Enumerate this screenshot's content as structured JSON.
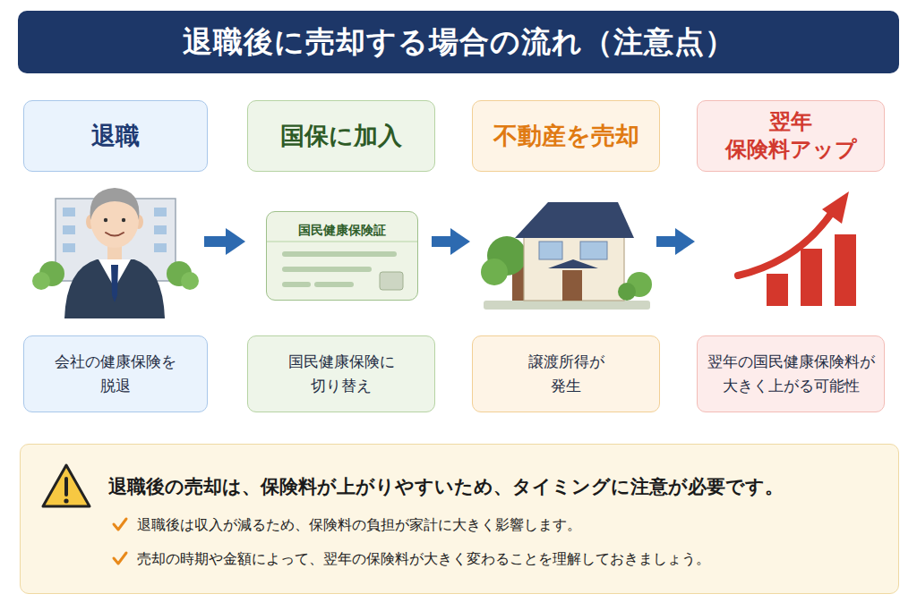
{
  "diagram": {
    "title": "退職後に売却する場合の流れ（注意点）",
    "nodes": [
      {
        "text": [
          "退職"
        ]
      },
      {
        "text": [
          "国保に加入"
        ]
      },
      {
        "text": [
          "不動産を売却"
        ]
      },
      {
        "text": [
          "翌年 保険料アップ"
        ]
      },
      {
        "text": [
          "国民健康保険証"
        ]
      },
      {
        "text": [
          "会社の健康保険を 脱退"
        ]
      },
      {
        "text": [
          "国民健康保険に 切り替え"
        ]
      },
      {
        "text": [
          "譲渡所得が 発生"
        ]
      },
      {
        "text": [
          "翌年の国民健康保険料が 大きく上がる可能性"
        ]
      },
      {
        "text": [
          "退職後の売却は、保険料が上がりやすいため、タイミングに注意が必要です。",
          "退職後は収入が減るため、保険料の負担が家計に大きく影響します。",
          "売却の時期や金額によって、翌年の保険料が大きく変わることを理解しておきましょう。"
        ]
      }
    ],
    "edges": [
      {
        "from": 0,
        "to": 1,
        "arrow": "to"
      },
      {
        "from": 1,
        "to": 2,
        "arrow": "to"
      },
      {
        "from": 2,
        "to": 3,
        "arrow": "to"
      }
    ]
  }
}
